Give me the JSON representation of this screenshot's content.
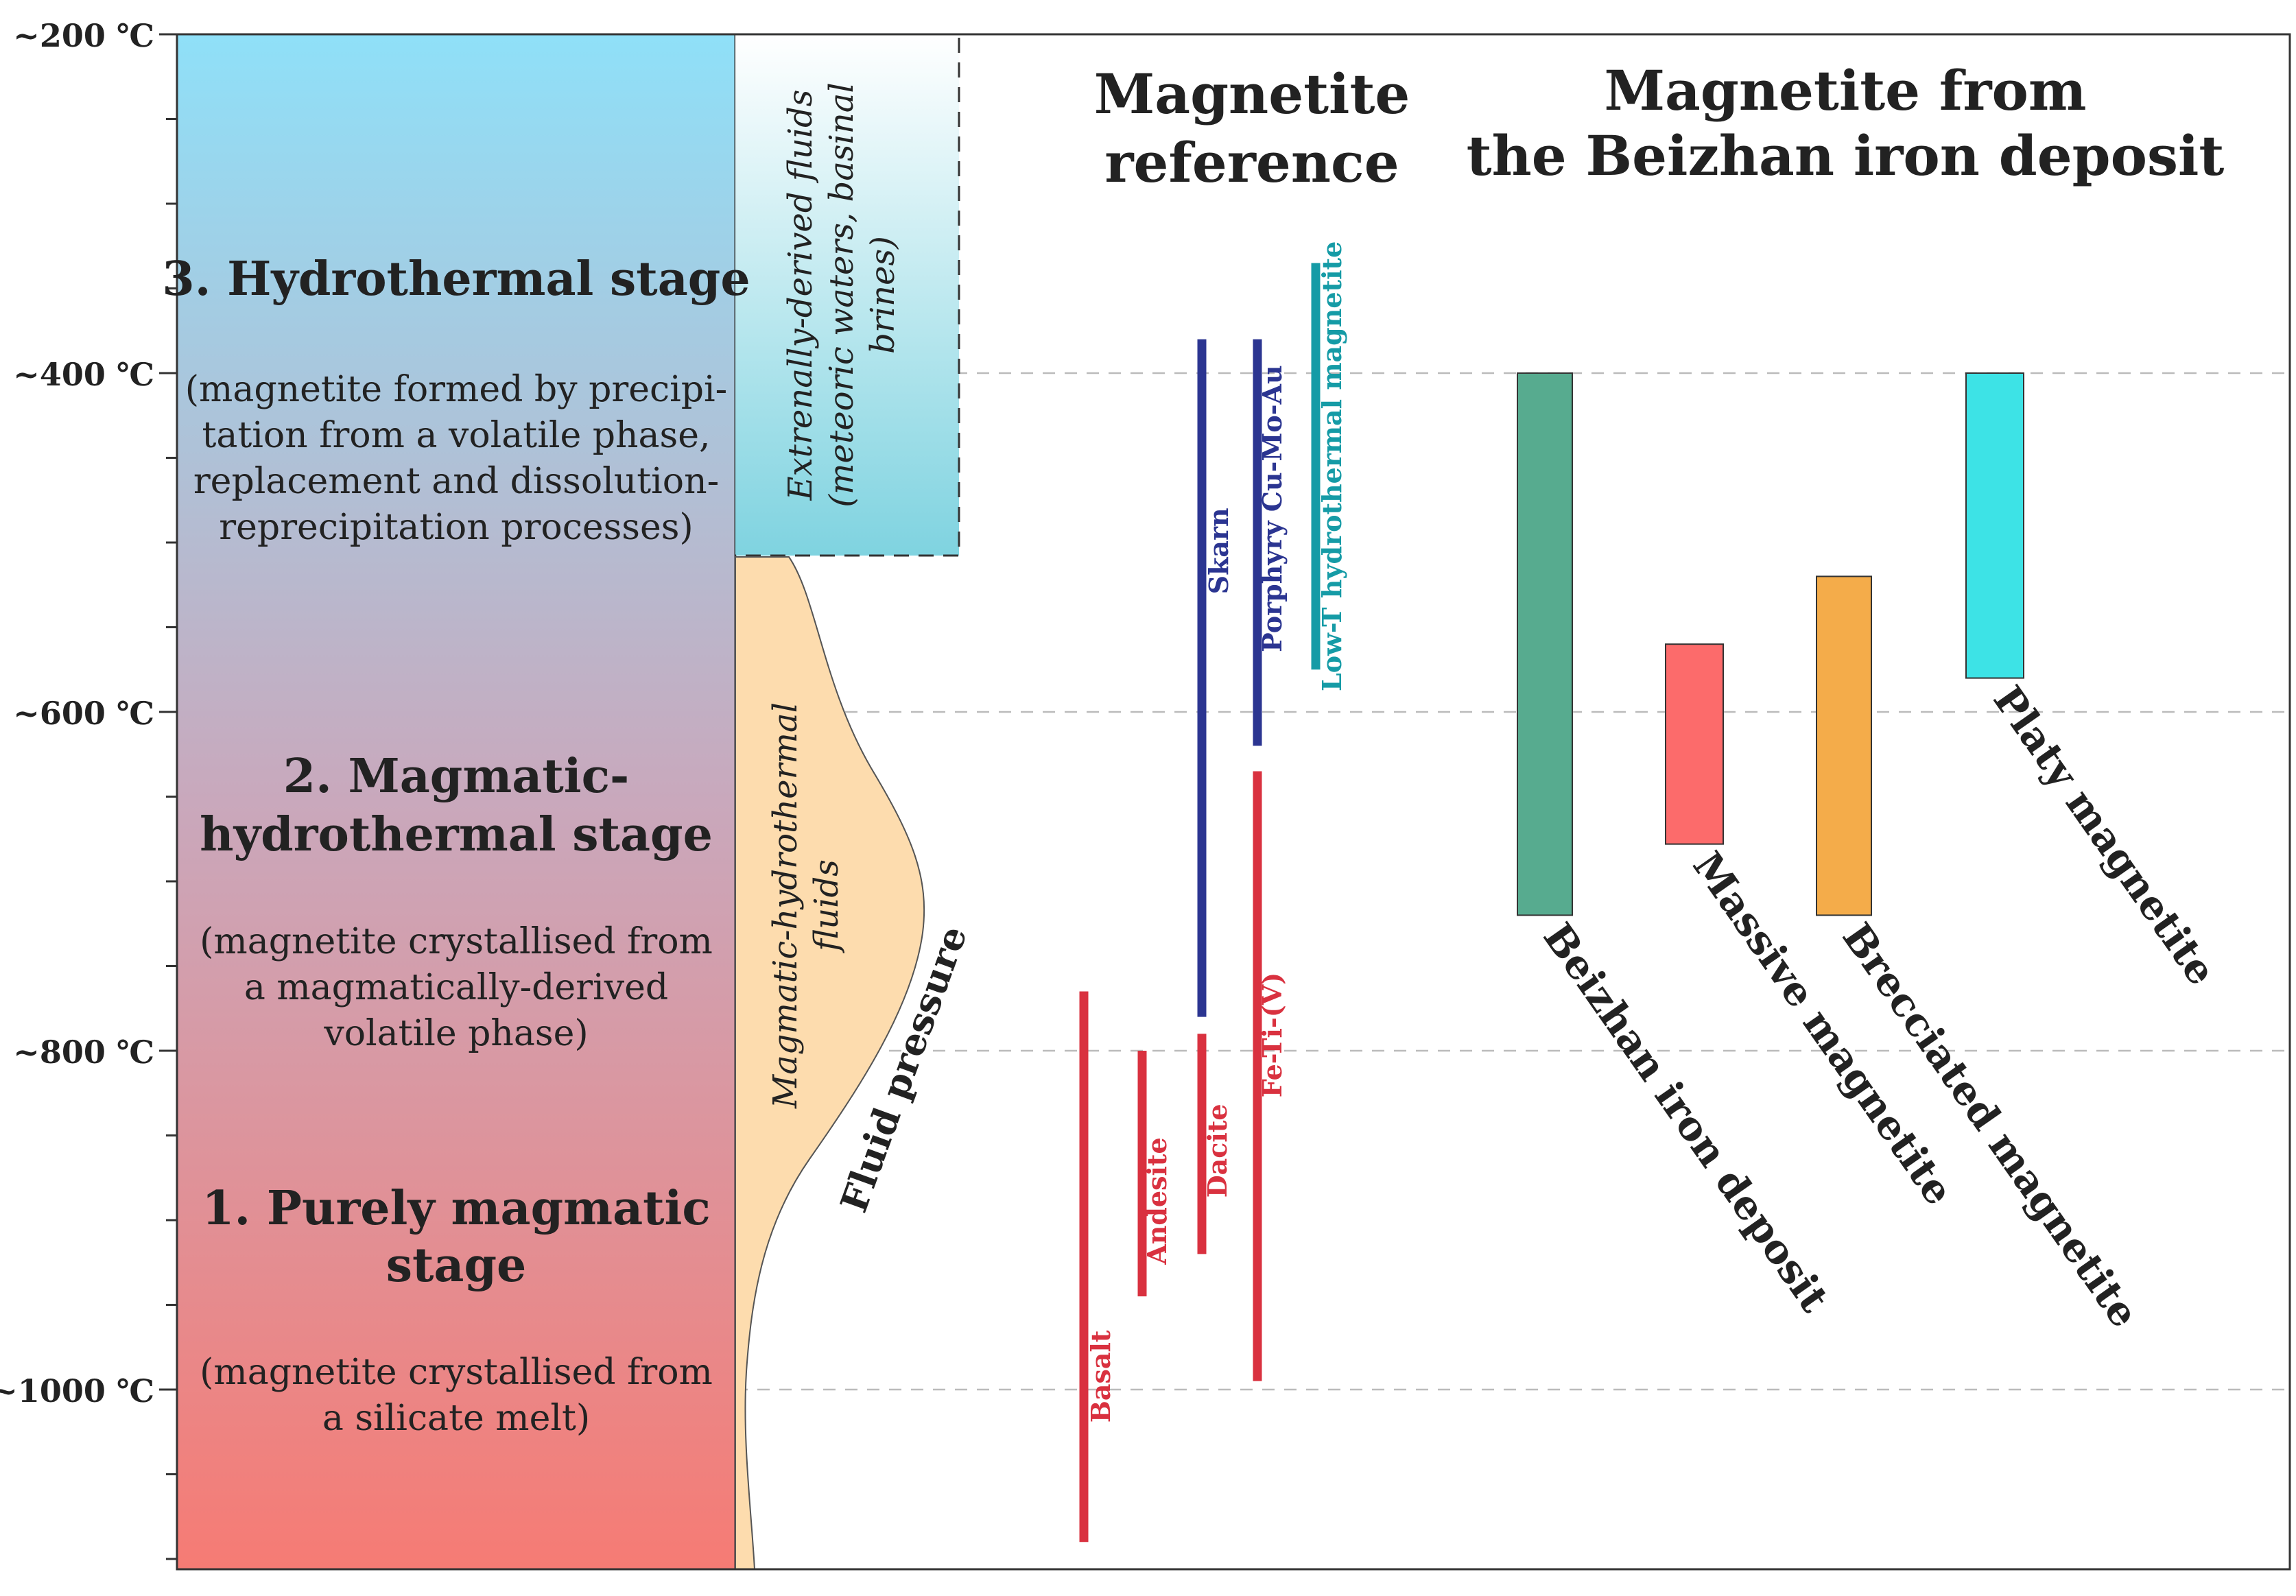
{
  "axis": {
    "ticks": [
      {
        "label": "~200 ℃",
        "value": 200
      },
      {
        "label": "~400 ℃",
        "value": 400
      },
      {
        "label": "~600 ℃",
        "value": 600
      },
      {
        "label": "~800 ℃",
        "value": 800
      },
      {
        "label": "~1000 ℃",
        "value": 1000
      }
    ],
    "range": [
      200,
      1105
    ]
  },
  "stages": [
    {
      "title_lines": [
        "3. Hydrothermal stage"
      ],
      "desc_lines": [
        "(magnetite formed by precipi-",
        "tation from a volatile phase,",
        "replacement and dissolution-",
        "reprecipitation processes)"
      ]
    },
    {
      "title_lines": [
        "2. Magmatic-",
        "hydrothermal stage"
      ],
      "desc_lines": [
        "(magnetite crystallised from",
        "a magmatically-derived",
        "volatile phase)"
      ]
    },
    {
      "title_lines": [
        "1. Purely magmatic",
        "stage"
      ],
      "desc_lines": [
        "(magnetite crystallised from",
        "a silicate melt)"
      ]
    }
  ],
  "fluids": {
    "external_lines": [
      "Extrenally-derived fluids",
      "(meteoric waters, basinal",
      "brines)"
    ],
    "magmatic_lines": [
      "Magmatic-hydrothermal",
      "fluids"
    ],
    "pressure_label": "Fluid pressure"
  },
  "reference": {
    "title_lines": [
      "Magnetite",
      "reference"
    ],
    "bars": [
      {
        "label": "Basalt",
        "min": 765,
        "max": 1090,
        "color": "#d9313f"
      },
      {
        "label": "Andesite",
        "min": 800,
        "max": 945,
        "color": "#d9313f"
      },
      {
        "label": "Dacite",
        "min": 790,
        "max": 920,
        "color": "#d9313f"
      },
      {
        "label": "Fe-Ti-(V)",
        "min": 635,
        "max": 995,
        "color": "#d9313f"
      },
      {
        "label": "Skarn",
        "min": 380,
        "max": 780,
        "color": "#2b3591"
      },
      {
        "label": "Porphyry Cu-Mo-Au",
        "min": 380,
        "max": 620,
        "color": "#2b3591"
      },
      {
        "label": "Low-T hydrothermal magnetite",
        "min": 335,
        "max": 575,
        "color": "#159ba6"
      }
    ]
  },
  "beizhan": {
    "title_lines": [
      "Magnetite from",
      "the Beizhan iron deposit"
    ],
    "boxes": [
      {
        "label": "Beizhan iron deposit",
        "min": 400,
        "max": 720,
        "color": "#57ab8f"
      },
      {
        "label": "Massive magnetite",
        "min": 560,
        "max": 678,
        "color": "#fc6b6b"
      },
      {
        "label": "Brecciated magnetite",
        "min": 520,
        "max": 720,
        "color": "#f4ac4a"
      },
      {
        "label": "Platy magnetite",
        "min": 400,
        "max": 580,
        "color": "#3de3e6"
      }
    ]
  },
  "colors": {
    "stage_top": "#8fe0f8",
    "stage_mid": "#c9a8bc",
    "stage_bottom": "#f67b74",
    "magmatic_fluid": "#fddcae",
    "gridline": "#bbbbbb"
  }
}
